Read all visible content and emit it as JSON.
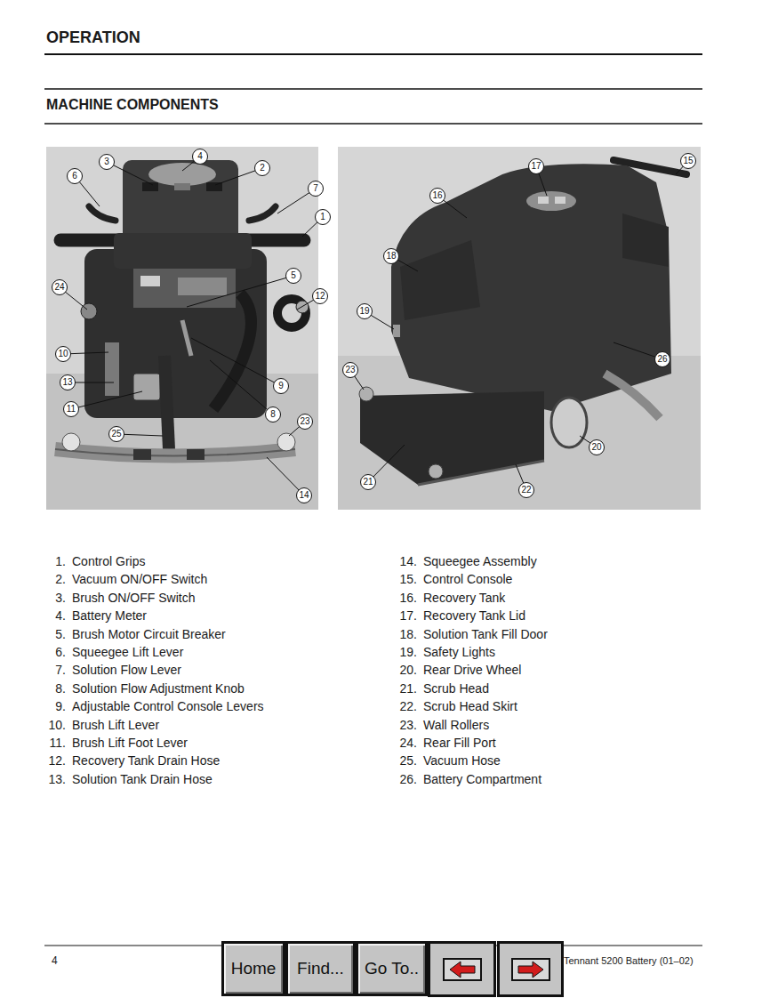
{
  "diagram": {
    "title": "OPERATION",
    "nodes": [
      {
        "text": [
          "4"
        ]
      },
      {
        "text": [
          "3"
        ]
      },
      {
        "text": [
          "2"
        ]
      },
      {
        "text": [
          "6"
        ]
      },
      {
        "text": [
          "7"
        ]
      },
      {
        "text": [
          "1"
        ]
      },
      {
        "text": [
          "24"
        ]
      },
      {
        "text": [
          "5"
        ]
      },
      {
        "text": [
          "12"
        ]
      },
      {
        "text": [
          "10"
        ]
      },
      {
        "text": [
          "9"
        ]
      },
      {
        "text": [
          "13"
        ]
      },
      {
        "text": [
          "11"
        ]
      },
      {
        "text": [
          "8"
        ]
      },
      {
        "text": [
          "23"
        ]
      },
      {
        "text": [
          "25"
        ]
      },
      {
        "text": [
          "14"
        ]
      },
      {
        "text": [
          "17"
        ]
      },
      {
        "text": [
          "15"
        ]
      },
      {
        "text": [
          "16"
        ]
      },
      {
        "text": [
          "18"
        ]
      },
      {
        "text": [
          "19"
        ]
      },
      {
        "text": [
          "23"
        ]
      },
      {
        "text": [
          "26"
        ]
      },
      {
        "text": [
          "20"
        ]
      },
      {
        "text": [
          "21"
        ]
      },
      {
        "text": [
          "22"
        ]
      },
      {
        "text": [
          "Home"
        ]
      },
      {
        "text": [
          "Find..."
        ]
      },
      {
        "text": [
          "Go To.."
        ]
      }
    ],
    "labels": [
      "MACHINE COMPONENTS",
      "1.",
      "Control Grips",
      "2.",
      "Vacuum ON/OFF Switch",
      "3.",
      "Brush ON/OFF Switch",
      "4.",
      "Battery Meter",
      "5.",
      "Brush Motor Circuit Breaker",
      "6.",
      "Squeegee Lift Lever",
      "7.",
      "Solution Flow Lever",
      "8.",
      "Solution Flow Adjustment Knob",
      "9.",
      "Adjustable Control Console Levers",
      "10.",
      "Brush Lift Lever",
      "11.",
      "Brush Lift Foot Lever",
      "12.",
      "Recovery Tank Drain Hose",
      "13.",
      "Solution Tank Drain Hose",
      "14.",
      "Squeegee Assembly",
      "15.",
      "Control Console",
      "16.",
      "Recovery Tank",
      "17.",
      "Recovery Tank Lid",
      "18.",
      "Solution Tank Fill Door",
      "19.",
      "Safety Lights",
      "20.",
      "Rear Drive Wheel",
      "21.",
      "Scrub Head",
      "22.",
      "Scrub Head Skirt",
      "23.",
      "Wall Rollers",
      "24.",
      "Rear Fill Port",
      "25.",
      "Vacuum Hose",
      "26.",
      "Battery Compartment",
      "4",
      "Tennant 5200 Battery (01–02)"
    ]
  }
}
